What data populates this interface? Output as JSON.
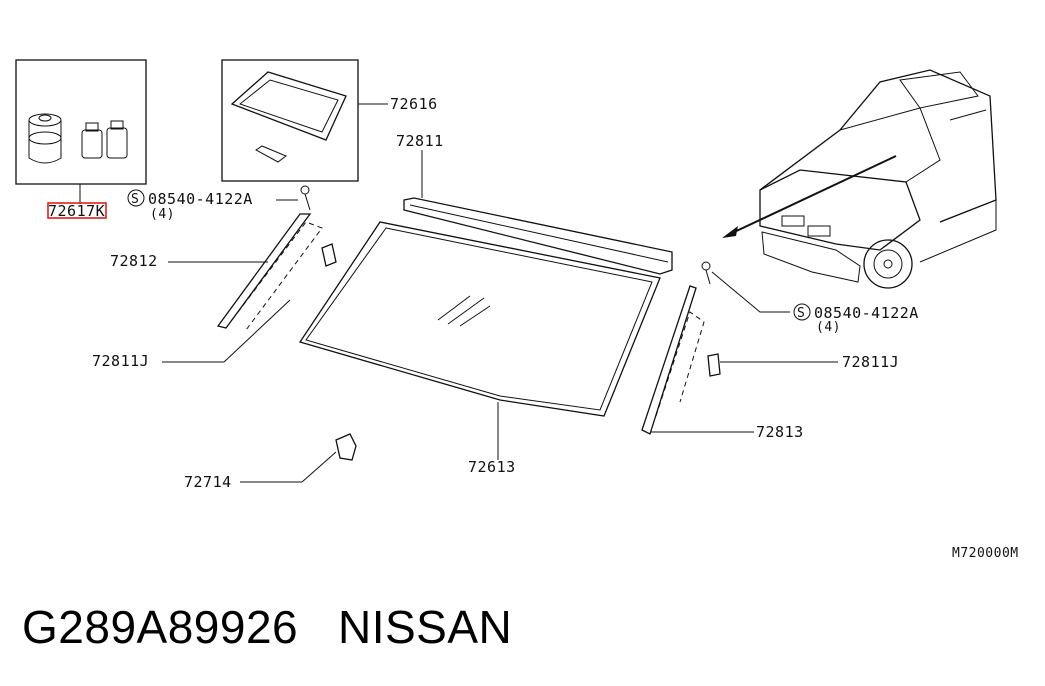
{
  "parts": {
    "kit_label": "72617K",
    "molding_kit_label": "72616",
    "top_molding_label": "72811",
    "left_molding_label": "72812",
    "left_clip_label": "72811J",
    "right_clip_label": "72811J",
    "right_molding_label": "72813",
    "glass_label": "72613",
    "spacer_label": "72714",
    "screw_label_1": "08540-4122A",
    "screw_qty_1": "(4)",
    "screw_label_2": "08540-4122A",
    "screw_qty_2": "(4)",
    "screw_symbol": "S"
  },
  "diagram_code": "M720000M",
  "caption": {
    "part_number": "G289A89926",
    "brand": "NISSAN"
  },
  "highlight_color": "#e0201a"
}
